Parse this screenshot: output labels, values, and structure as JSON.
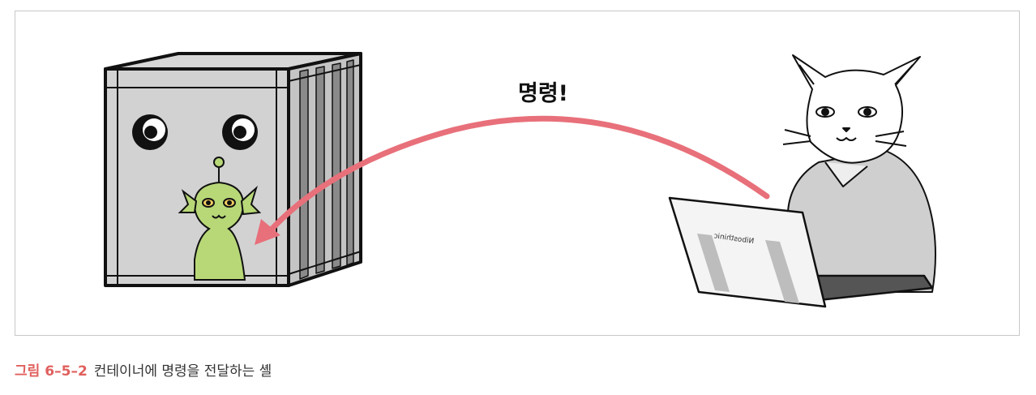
{
  "figure": {
    "arrow_label": "명령!",
    "laptop_brand": "Nibosthinic",
    "arrow_color": "#e8707a",
    "container_color": "#cfcfcf",
    "creature_color": "#b8d878"
  },
  "caption": {
    "label": "그림",
    "number": "6–5–2",
    "text": "컨테이너에 명령을 전달하는 셸",
    "accent_color": "#e0605e"
  }
}
